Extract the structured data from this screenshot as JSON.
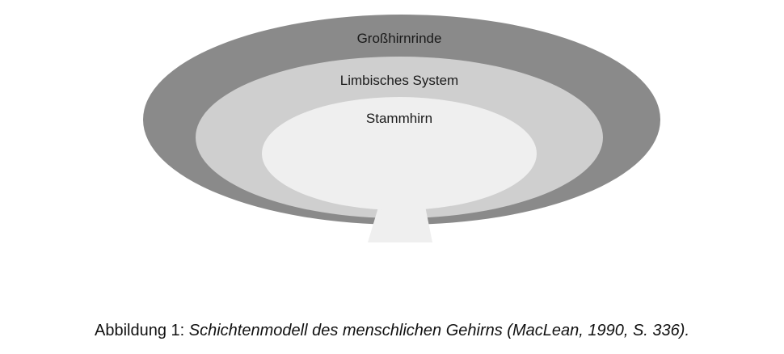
{
  "colors": {
    "outer_layer": "#8a8a8a",
    "middle_layer": "#cfcfcf",
    "inner_layer": "#efefef",
    "stem": "#efefef"
  },
  "diagram": {
    "layers": [
      {
        "label": "Großhirnrinde"
      },
      {
        "label": "Limbisches System"
      },
      {
        "label": "Stammhirn"
      }
    ]
  },
  "caption": {
    "prefix": "Abbildung 1: ",
    "title": "Schichtenmodell des menschlichen Gehirns (MacLean, 1990, S. 336)."
  }
}
